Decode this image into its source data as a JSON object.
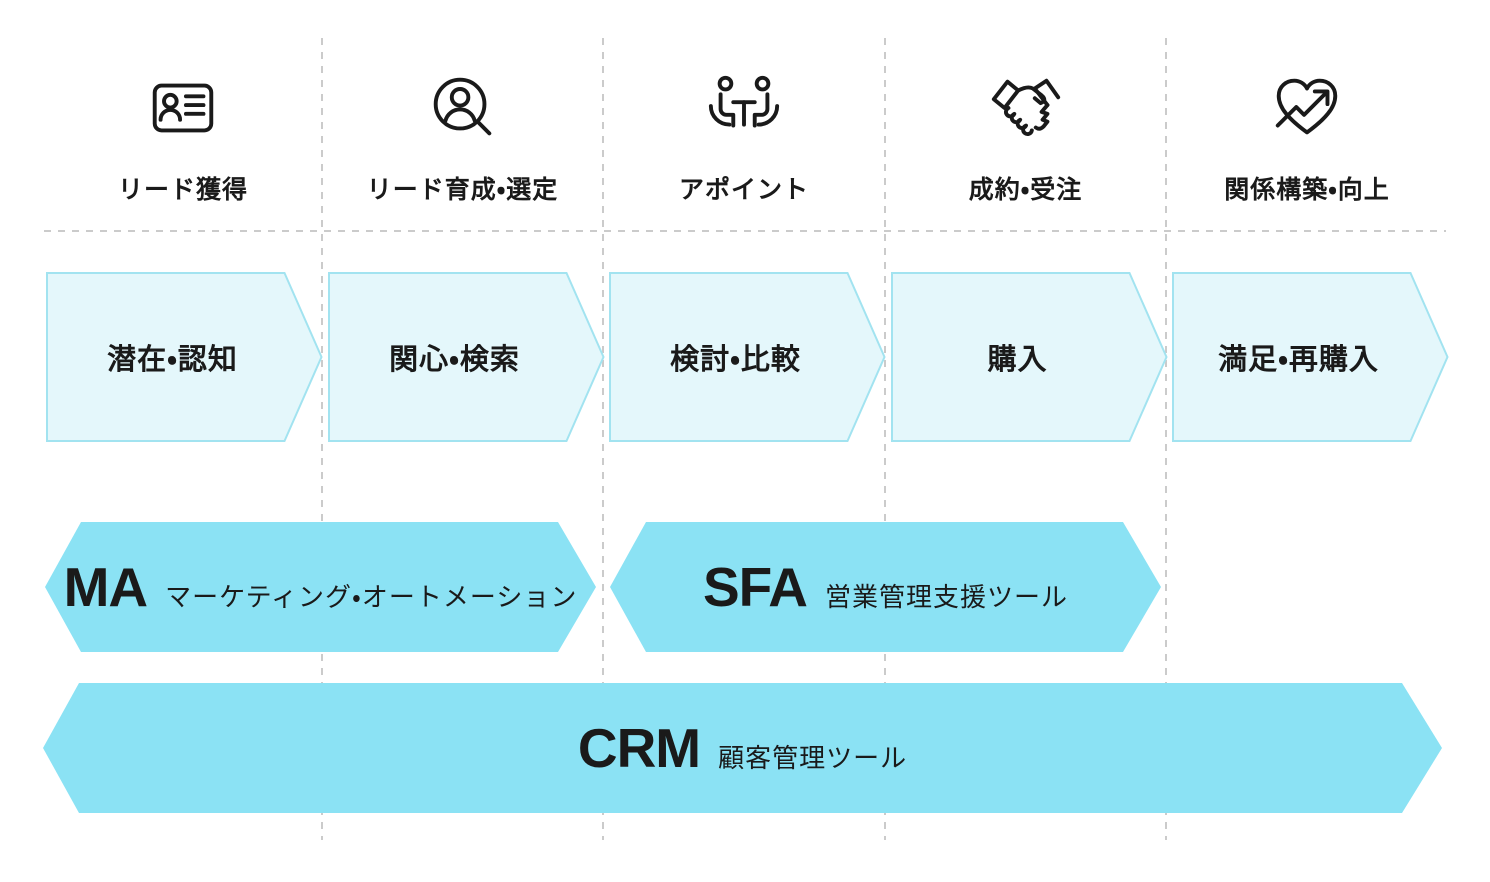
{
  "diagram": {
    "stages": [
      {
        "label": "リード獲得",
        "icon": "id-card-icon"
      },
      {
        "label": "リード育成・選定",
        "icon": "person-search-icon"
      },
      {
        "label": "アポイント",
        "icon": "meeting-icon"
      },
      {
        "label": "成約・受注",
        "icon": "handshake-icon"
      },
      {
        "label": "関係構築・向上",
        "icon": "heart-growth-icon"
      }
    ],
    "funnel_steps": [
      {
        "label": "潜在・認知"
      },
      {
        "label": "関心・検索"
      },
      {
        "label": "検討・比較"
      },
      {
        "label": "購入"
      },
      {
        "label": "満足・再購入"
      }
    ],
    "tools": [
      {
        "acronym": "MA",
        "description": "マーケティング・オートメーション",
        "span": "リード獲得〜リード育成・選定"
      },
      {
        "acronym": "SFA",
        "description": "営業管理支援ツール",
        "span": "アポイント〜成約・受注"
      },
      {
        "acronym": "CRM",
        "description": "顧客管理ツール",
        "span": "全ステージ"
      }
    ]
  },
  "colors": {
    "tool_arrow_fill": "#8BE2F4",
    "step_arrow_fill": "#E4F7FB",
    "step_arrow_border": "#A2E3F0",
    "dashed_line": "#CBCBCB",
    "text": "#1A1A1A"
  }
}
